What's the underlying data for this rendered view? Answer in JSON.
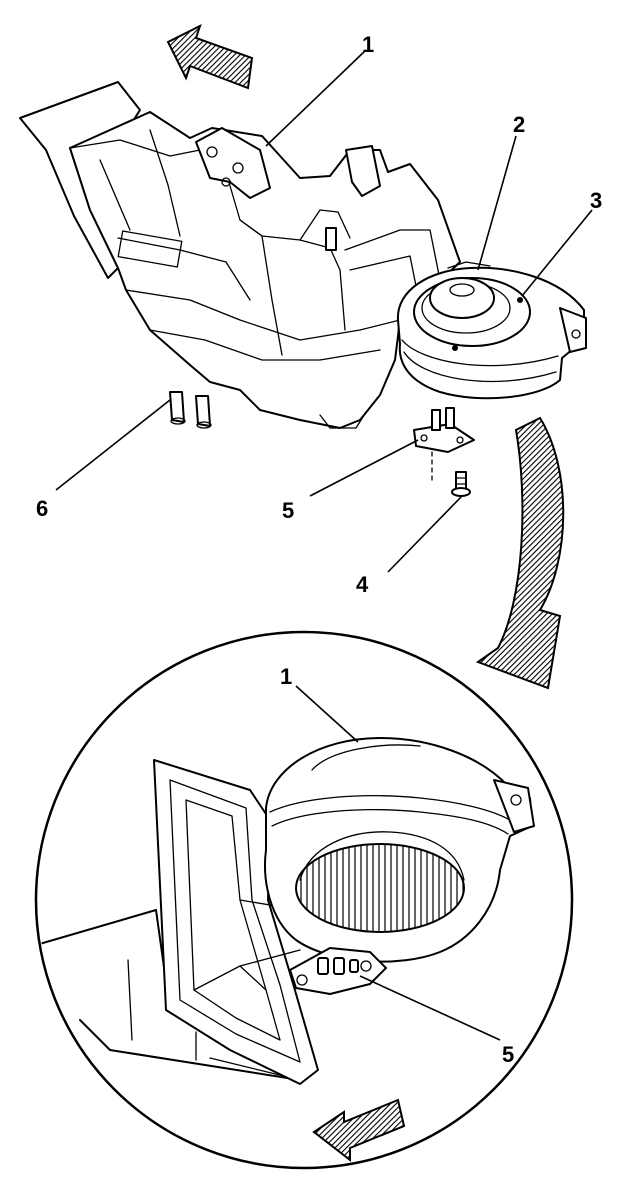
{
  "callouts": {
    "c1_top": "1",
    "c2": "2",
    "c3": "3",
    "c4": "4",
    "c5_top": "5",
    "c6": "6",
    "c1_detail": "1",
    "c5_detail": "5"
  }
}
